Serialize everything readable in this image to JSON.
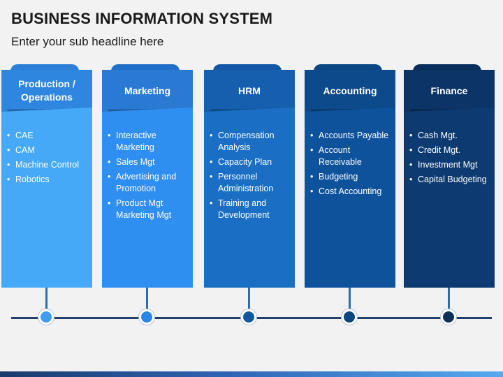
{
  "title": "BUSINESS INFORMATION SYSTEM",
  "subtitle": "Enter your sub headline here",
  "columns": [
    {
      "header": "Production / Operations",
      "tab_color": "#2e7fd8",
      "header_color": "#2e86de",
      "panel_color": "#45a9f7",
      "node_color": "#3f9cf0",
      "items": [
        "CAE",
        "CAM",
        "Machine Control",
        "Robotics"
      ]
    },
    {
      "header": "Marketing",
      "tab_color": "#1f6fc9",
      "header_color": "#2a7ad4",
      "panel_color": "#2f8ff0",
      "node_color": "#2a86e6",
      "items": [
        "Interactive Marketing",
        "Sales Mgt",
        "Advertising and Promotion",
        "Product Mgt Marketing Mgt"
      ]
    },
    {
      "header": "HRM",
      "tab_color": "#1258a6",
      "header_color": "#155fae",
      "panel_color": "#1a6fc4",
      "node_color": "#13579f",
      "items": [
        "Compensation Analysis",
        "Capacity Plan",
        "Personnel Administration",
        "Training and Development"
      ]
    },
    {
      "header": "Accounting",
      "tab_color": "#0b4685",
      "header_color": "#0d4a8c",
      "panel_color": "#0f529c",
      "node_color": "#0f467f",
      "items": [
        "Accounts Payable",
        "Account Receivable",
        "Budgeting",
        "Cost Accounting"
      ]
    },
    {
      "header": "Finance",
      "tab_color": "#0a2f5c",
      "header_color": "#0c3466",
      "panel_color": "#0d3a70",
      "node_color": "#102f58",
      "items": [
        "Cash Mgt.",
        "Credit Mgt.",
        "Investment Mgt",
        "Capital Budgeting"
      ]
    }
  ]
}
